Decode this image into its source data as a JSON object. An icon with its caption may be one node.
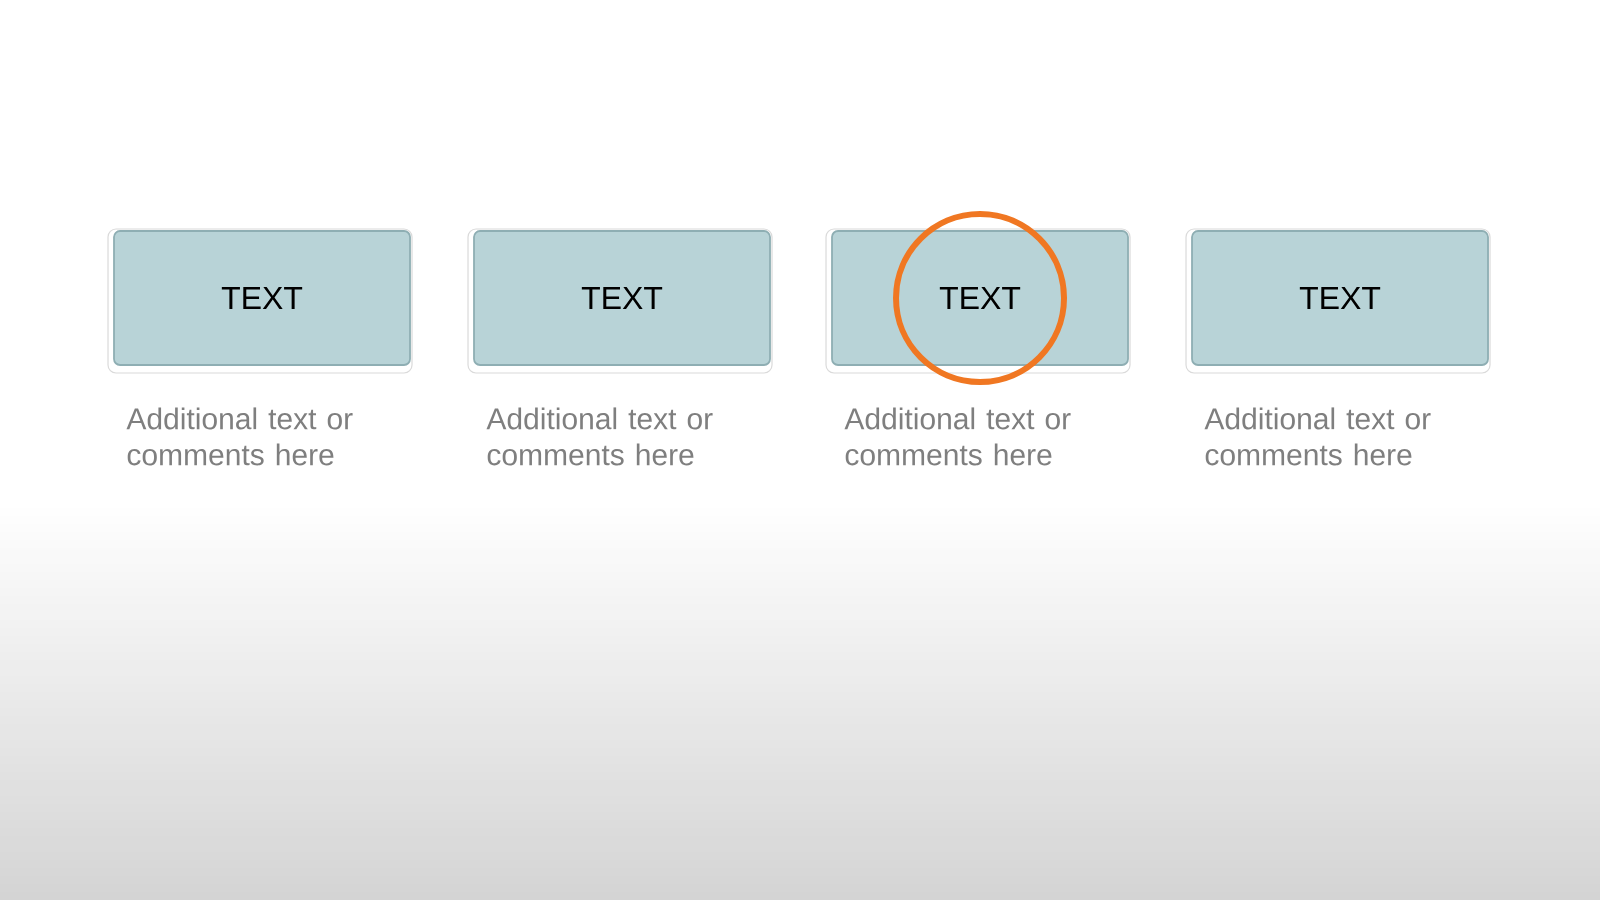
{
  "diagram": {
    "nodes": [
      {
        "text": [
          "TEXT"
        ],
        "beside": [
          "Additional text or comments here"
        ]
      },
      {
        "text": [
          "TEXT"
        ],
        "beside": [
          "Additional text or comments here"
        ]
      },
      {
        "text": [
          "TEXT"
        ],
        "beside": [
          "Additional text or comments here"
        ]
      },
      {
        "text": [
          "TEXT"
        ],
        "beside": [
          "Additional text or comments here"
        ]
      }
    ]
  }
}
